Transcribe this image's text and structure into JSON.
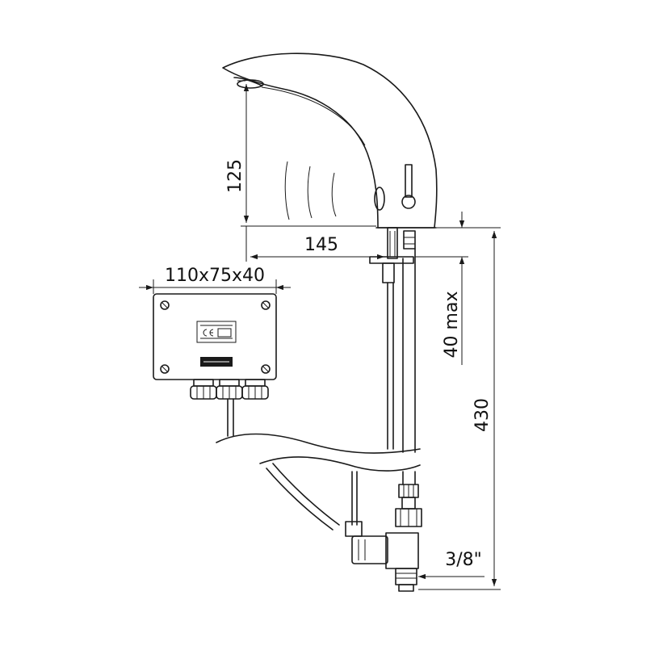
{
  "dimensions": {
    "spout_height": "125",
    "spout_reach": "145",
    "box_size": "110x75x40",
    "deck_thickness": "40 max",
    "total_height": "430",
    "thread": "3/8\""
  },
  "colors": {
    "ink": "#1a1a1a",
    "background": "#ffffff"
  },
  "icons": {
    "sensor": "sensor-eye-icon",
    "ce_mark": "ce-mark-icon",
    "brand_label": "brand-label-icon"
  }
}
